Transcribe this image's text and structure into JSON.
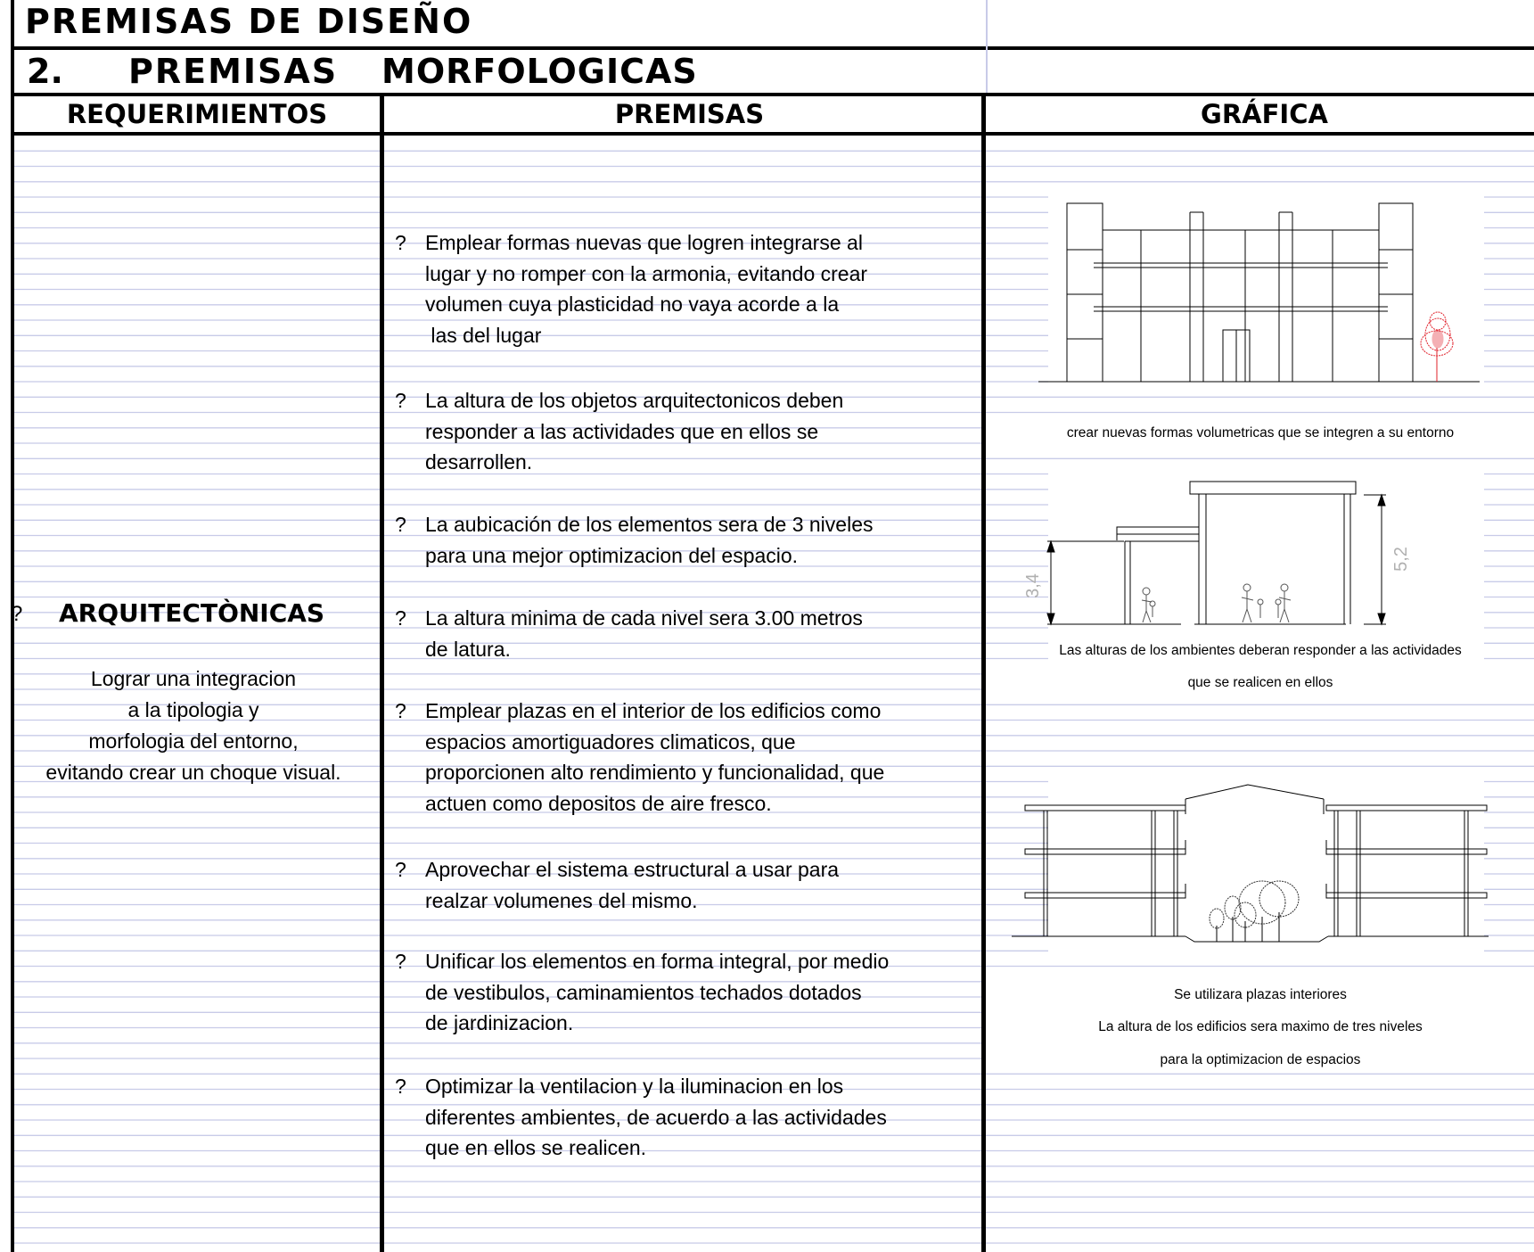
{
  "document": {
    "title": "PREMISAS DE DISEÑO",
    "section_number": "2.",
    "section_word1": "PREMISAS",
    "section_word2": "MORFOLOGICAS"
  },
  "headers": {
    "requerimientos": "REQUERIMIENTOS",
    "premisas": "PREMISAS",
    "grafica": "GRÁFICA"
  },
  "requirement": {
    "bullet": "?",
    "title": "ARQUITECTÒNICAS",
    "description_lines": [
      "Lograr  una  integracion",
      "a  la  tipologia  y",
      "morfologia  del  entorno,",
      "evitando crear un choque visual."
    ]
  },
  "premises": [
    {
      "bullet": "?",
      "lines": [
        "Emplear formas nuevas que logren integrarse  al",
        "lugar y no romper con la armonia, evitando  crear",
        "volumen cuya plasticidad no vaya acorde a  la",
        " las del lugar"
      ]
    },
    {
      "bullet": "?",
      "lines": [
        "La altura de los objetos arquitectonicos deben",
        "responder a las actividades que en ellos se",
        "desarrollen."
      ]
    },
    {
      "bullet": "?",
      "lines": [
        "La aubicación de los elementos sera de  3  niveles",
        "para una mejor  optimizacion  del espacio."
      ]
    },
    {
      "bullet": "?",
      "lines": [
        "La  altura minima  de cada nivel sera 3.00 metros",
        "de latura."
      ]
    },
    {
      "bullet": "?",
      "lines": [
        "Emplear plazas en el interior de los edificios como",
        "espacios amortiguadores  climaticos, que",
        "proporcionen  alto rendimiento y funcionalidad, que",
        "actuen  como depositos de aire fresco."
      ]
    },
    {
      "bullet": "?",
      "lines": [
        "Aprovechar el sistema estructural  a usar para",
        "realzar volumenes del  mismo."
      ]
    },
    {
      "bullet": "?",
      "lines": [
        "Unificar los elementos en forma integral, por medio",
        "de vestibulos,  caminamientos techados dotados",
        "de jardinizacion."
      ]
    },
    {
      "bullet": "?",
      "lines": [
        "Optimizar la ventilacion y la iluminacion en los",
        "diferentes  ambientes, de acuerdo a las actividades",
        "que en ellos se realicen."
      ]
    }
  ],
  "graphics": {
    "caption1": "crear nuevas formas volumetricas que se integren a su entorno",
    "caption2a": "Las alturas de los ambientes deberan responder a las actividades",
    "caption2b": "que se realicen en ellos",
    "dim_left": "3,4",
    "dim_right": "5,2",
    "caption3a": "Se utilizara plazas interiores",
    "caption3b": "La altura de los edificios sera maximo de tres niveles",
    "caption3c": "para la optimizacion de espacios"
  },
  "colors": {
    "gridline": "#c8cbe8",
    "tree_red": "#e0202a",
    "border": "#000000"
  }
}
